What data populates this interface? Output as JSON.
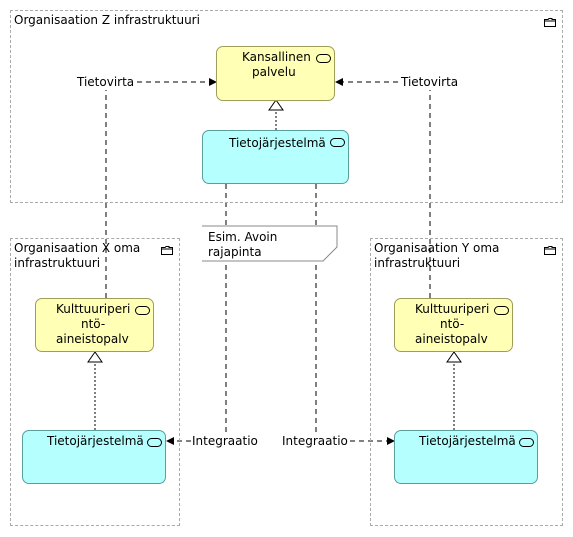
{
  "groups": {
    "z": {
      "label": "Organisaation Z infrastruktuuri"
    },
    "x": {
      "label": "Organisaation X oma infrastruktuuri"
    },
    "y": {
      "label": "Organisaation Y oma infrastruktuuri"
    }
  },
  "nodes": {
    "national_service": {
      "label_line1": "Kansallinen",
      "label_line2": "palvelu",
      "icon": "business-service-icon"
    },
    "system_z": {
      "label": "Tietojärjestelmä",
      "icon": "application-service-icon"
    },
    "heritage_x": {
      "label_line1": "Kulttuuriperi",
      "label_line2": "ntö-",
      "label_line3": "aineistopalv",
      "icon": "business-service-icon"
    },
    "heritage_y": {
      "label_line1": "Kulttuuriperi",
      "label_line2": "ntö-",
      "label_line3": "aineistopalv",
      "icon": "business-service-icon"
    },
    "system_x": {
      "label": "Tietojärjestelmä",
      "icon": "application-service-icon"
    },
    "system_y": {
      "label": "Tietojärjestelmä",
      "icon": "application-service-icon"
    }
  },
  "edges": {
    "flow_left": "Tietovirta",
    "flow_right": "Tietovirta",
    "integration_left": "Integraatio",
    "integration_right": "Integraatio"
  },
  "note": {
    "line1": "Esim. Avoin",
    "line2": "rajapinta"
  },
  "colors": {
    "business": "#ffffb5",
    "application": "#b5ffff",
    "group_border": "#aaaaaa"
  }
}
